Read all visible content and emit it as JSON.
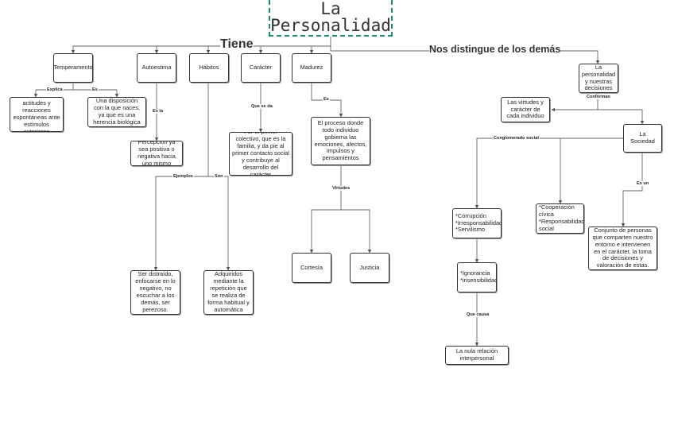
{
  "title": {
    "line1": "La",
    "line2": "Personalidad"
  },
  "labels": {
    "tiene": "Tiene",
    "nos_distingue": "Nos distingue de los demás",
    "explica": "Explica",
    "es_temp": "Es",
    "es_la": "Es la",
    "que_se_da": "Que se da",
    "es_madurez": "Es",
    "ejemplos": "Ejemplos",
    "son": "Son",
    "virtudes": "Virtudes",
    "conforman": "Conforman",
    "conglomerado": "Conglomerado social",
    "es_un": "Es un",
    "que_causa": "Que causa"
  },
  "nodes": {
    "temperamento": "Temperamento",
    "autoestima": "Autoestima",
    "habitos": "Hábitos",
    "caracter": "Carácter",
    "madurez": "Madurez",
    "actitudes": "Nuestras actitudes y reacciones espontáneas ante estímulos exteriores",
    "disposicion": "Una disposición con la que naces, ya que es una herencia biológica",
    "percepcion": "Percepción ya sea positiva o negativa hacia uno mismo",
    "colectivo": "Por el primer colectivo, que es la familia, y da pie al primer contacto social y contribuye al desarrollo del carácter",
    "proceso": "El proceso donde todo individuo gobierna las emociones, afectos, impulsos y pensamientos",
    "distraido": "Ser distraído, enfocarse en lo negativo, no escuchar a los demás, ser perezoso.",
    "adquiridos": "Adquiridos mediante la repetición que se realiza de forma habitual y automática",
    "cortesia": "Cortesía",
    "justicia": "Justicia",
    "personalidad_decisiones": "La personalidad y nuestras decisiones",
    "virtudes_caracter": "Las virtudes y carácter de cada individuo",
    "sociedad": "La Sociedad",
    "corrupcion": "*Corrupción\n*Irresponsabilidad\n*Servilismo",
    "cooperacion": "*Cooperación cívica\n*Responsabilidad social",
    "conjunto": "Conjunto de personas que comparten nuestro entorno e intervienen en el carácter, la toma de decisiones y valoración de estas.",
    "ignorancia": "*Ignorancia\n*insensibilidad",
    "nula": "La nula relación interpersonal"
  },
  "colors": {
    "title_border": "#1e8a6e",
    "line": "#666666"
  }
}
